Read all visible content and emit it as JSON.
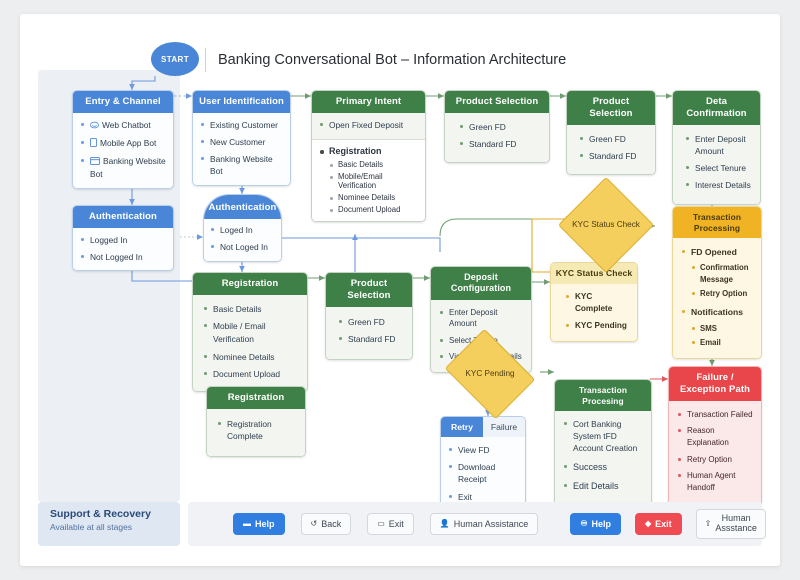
{
  "page": {
    "title": "Banking Conversational Bot – Information Architecture",
    "start_label": "START"
  },
  "left_panel": {
    "footer": {
      "title": "Support & Recovery",
      "subtitle": "Available at all stages"
    }
  },
  "nodes": {
    "entry_channel": {
      "header": "Entry & Channel",
      "items": [
        "Web Chatbot",
        "Mobile App Bot",
        "Banking Website Bot"
      ],
      "icons": [
        "cloud-chat-icon",
        "mobile-icon",
        "window-icon"
      ]
    },
    "auth_left": {
      "header": "Authentication",
      "items": [
        "Logged In",
        "Not Logged In"
      ]
    },
    "user_identification": {
      "header": "User Identification",
      "items": [
        "Existing Customer",
        "New Customer",
        "Banking Website Bot"
      ]
    },
    "auth_dome": {
      "header": "Authentication",
      "items": [
        "Loged In",
        "Not Loged In"
      ]
    },
    "primary_intent": {
      "header": "Primary Intent",
      "items": [
        "Open Fixed Deposit"
      ],
      "sub_title": "Registration",
      "sub_items": [
        "Basic Details",
        "Mobile/Email Verification",
        "Nominee Details",
        "Document Upload"
      ]
    },
    "product_selection_1": {
      "header": "Product Selection",
      "items": [
        "Green FD",
        "Standard FD"
      ]
    },
    "product_selection_2": {
      "header": "Product Selection",
      "items": [
        "Green FD",
        "Standard FD"
      ]
    },
    "deta_confirmation": {
      "header": "Deta Confirmation",
      "items": [
        "Enter Deposit Amount",
        "Select Tenure",
        "Interest Details"
      ]
    },
    "registration_main": {
      "header": "Registration",
      "items": [
        "Basic Details",
        "Mobile / Email Verification",
        "Nominee Details",
        "Document Upload"
      ]
    },
    "registration_complete": {
      "header": "Registration",
      "items": [
        "Registration Complete"
      ]
    },
    "product_selection_3": {
      "header": "Product Selection",
      "items": [
        "Green FD",
        "Standard FD"
      ]
    },
    "deposit_configuration": {
      "header": "Deposit Configuration",
      "items": [
        "Enter Deposit Amount",
        "Select Tenure",
        "View Interest Details"
      ]
    },
    "kyc_status_check_box": {
      "header": "KYC Status Check",
      "items": [
        "KYC Complete",
        "KYC Pending"
      ]
    },
    "transaction_processing_top": {
      "header": "Transaction Processing",
      "groups": [
        {
          "label": "FD Opened",
          "children": [
            "Confirmation Message",
            "Retry Option"
          ]
        },
        {
          "label": "Notifications",
          "children": [
            "SMS",
            "Email"
          ]
        }
      ]
    },
    "transaction_processing_bottom": {
      "header": "Transaction Procesing",
      "items": [
        "Cort Banking System tFD Account Creation",
        "Success",
        "Edit Details"
      ]
    },
    "failure_path": {
      "header": "Failure / Exception Path",
      "items": [
        "Transaction Failed",
        "Reason Explanation",
        "Retry Option",
        "Human Agent Handoff"
      ]
    },
    "retry_failure": {
      "tab_active": "Retry",
      "tab_inactive": "Failure",
      "items": [
        "View FD",
        "Download Receipt",
        "Exit"
      ]
    }
  },
  "diamonds": {
    "kyc_status_check": "KYC Status Check",
    "kyc_pending": "KYC Pending"
  },
  "toolbar": {
    "buttons": [
      {
        "label": "Help",
        "icon": "chat-icon",
        "style": "primary"
      },
      {
        "label": "Back",
        "icon": "undo-icon",
        "style": "ghost"
      },
      {
        "label": "Exit",
        "icon": "screen-icon",
        "style": "ghost"
      },
      {
        "label": "Human Assistance",
        "icon": "person-icon",
        "style": "ghost"
      },
      {
        "label": "Help",
        "icon": "shield-icon",
        "style": "primary"
      },
      {
        "label": "Exit",
        "icon": "drop-icon",
        "style": "danger"
      },
      {
        "label": "Human Assstance",
        "icon": "person-up-icon",
        "style": "ghost"
      }
    ]
  },
  "colors": {
    "blue": "#4a86d8",
    "green": "#3f8048",
    "yellow": "#f0b324",
    "red": "#e8464a",
    "diamond": "#f5cf5d",
    "canvas": "#ffffff",
    "page_bg": "#eceef0"
  }
}
